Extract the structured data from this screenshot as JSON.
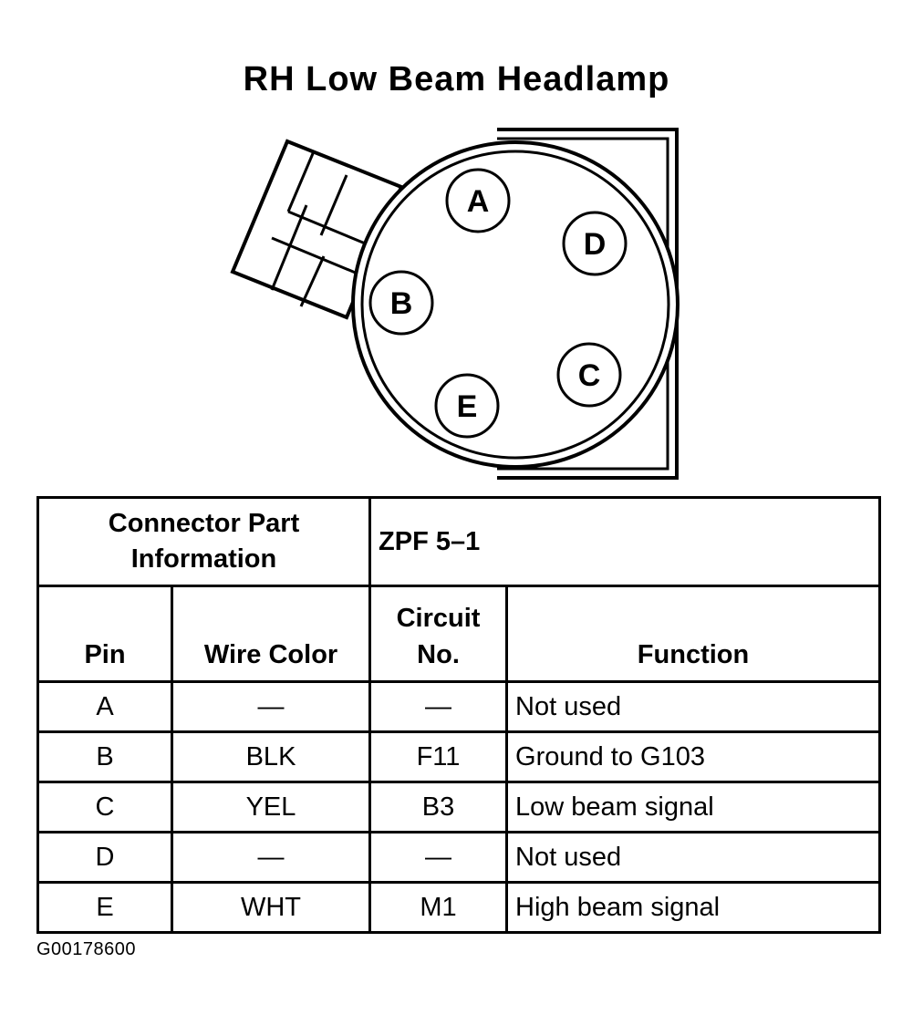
{
  "title": "RH Low Beam Headlamp",
  "pins": [
    {
      "id": "A"
    },
    {
      "id": "D"
    },
    {
      "id": "B"
    },
    {
      "id": "C"
    },
    {
      "id": "E"
    }
  ],
  "table": {
    "part_label_line1": "Connector Part",
    "part_label_line2": "Information",
    "part_value": "ZPF 5–1",
    "headers": {
      "pin": "Pin",
      "wire_color": "Wire Color",
      "circuit_line1": "Circuit",
      "circuit_line2": "No.",
      "function": "Function"
    },
    "rows": [
      {
        "pin": "A",
        "wire_color": "—",
        "circuit": "—",
        "function": "Not used"
      },
      {
        "pin": "B",
        "wire_color": "BLK",
        "circuit": "F11",
        "function": "Ground to G103"
      },
      {
        "pin": "C",
        "wire_color": "YEL",
        "circuit": "B3",
        "function": "Low beam signal"
      },
      {
        "pin": "D",
        "wire_color": "—",
        "circuit": "—",
        "function": "Not used"
      },
      {
        "pin": "E",
        "wire_color": "WHT",
        "circuit": "M1",
        "function": "High beam signal"
      }
    ]
  },
  "figure_id": "G00178600"
}
